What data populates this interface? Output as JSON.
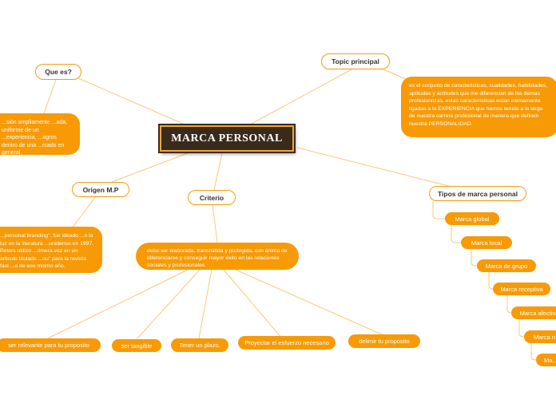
{
  "central": {
    "title": "MARCA PERSONAL"
  },
  "branches": {
    "que_es": {
      "label": "Que es?",
      "text": "...sión ampliamente ...ada, uniforme de un ...experiencia, ...ogros dentro de una ...rcado en general."
    },
    "topic": {
      "label": "Topic principal",
      "text": "es el conjunto de caracteristicas, cualidades, habilidades, aptitudes y actitudes que me diferencian de los demas profesionistas. estas caracteristicas estan intimamente ligadas a la EXPERIENCIA que hemos tenido a lo largo de nuestra carrera profesional de manera que definen nuestra PERSONALIDAD."
    },
    "origen": {
      "label": "Origen M.P",
      "text": "...personal branding\", fue ideado ...o la luz en la literatura ...unidense en 1997. Peters utilizo ...rimera vez en un articulo titulado ...ou\" para la revista fast ...o de ese mismo año."
    },
    "criterio": {
      "label": "Criterio",
      "text": "debe ser elaborada, transmitida y protegida, con ánimo de diferenciarse y conseguir mayor éxito en las relaciones sociales y profesionales.",
      "children": [
        "ser relevante para tu proposito",
        "ser tangible",
        "Tener un plazo.",
        "Proyectar el esfuerzo necesario",
        "delimir tu proposito"
      ]
    },
    "tipos": {
      "label": "Tipos de marca personal",
      "children": [
        "Marca global",
        "Marca local",
        "Marca de grupo",
        "Marca receptiva",
        "Marca afectiva",
        "Marca ri...",
        "Ma..."
      ]
    }
  },
  "colors": {
    "accent": "#f79a05",
    "outline": "#f39c12",
    "central_bg": "#3a2a1c",
    "line": "#f5c97a"
  }
}
